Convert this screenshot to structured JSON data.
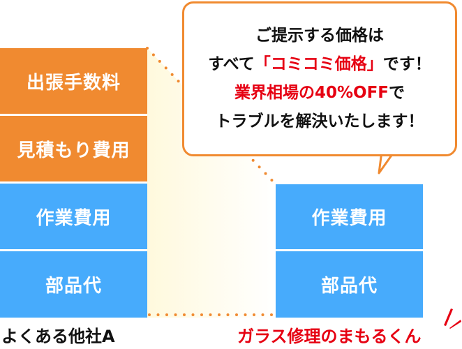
{
  "colors": {
    "orange": "#F08A30",
    "blue": "#47ABFC",
    "highlight_red": "#E60012",
    "shade": "#FFFBE6"
  },
  "competitor": {
    "label": "よくある他社A",
    "bars": [
      {
        "label": "出張手数料",
        "color": "orange"
      },
      {
        "label": "見積もり費用",
        "color": "orange"
      },
      {
        "label": "作業費用",
        "color": "blue"
      },
      {
        "label": "部品代",
        "color": "blue"
      }
    ]
  },
  "ours": {
    "label": "ガラス修理のまもるくん",
    "bars": [
      {
        "label": "作業費用",
        "color": "blue"
      },
      {
        "label": "部品代",
        "color": "blue"
      }
    ]
  },
  "bubble": {
    "line1": "ご提示する価格は",
    "line2_pre": "すべて",
    "line2_highlight": "「コミコミ価格」",
    "line2_post": "です！",
    "line3_highlight": "業界相場の40%OFF",
    "line3_post": "で",
    "line4": "トラブルを解決いたします！"
  }
}
